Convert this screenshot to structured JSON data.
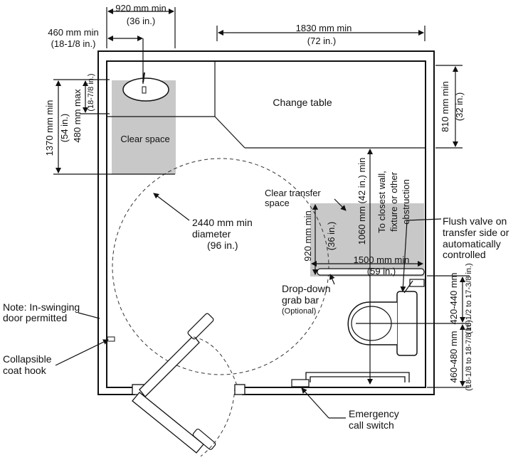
{
  "dimensions": {
    "sink_offset_metric": "920 mm min",
    "sink_offset_imperial": "(36 in.)",
    "sink_center_metric": "460 mm min",
    "sink_center_imperial": "(18-1/8 in.)",
    "room_width_metric": "1830 mm min",
    "room_width_imperial": "(72 in.)",
    "clear_depth_metric": "1370 mm min",
    "clear_depth_imperial": "(54 in.)",
    "sink_height_metric": "480 mm max",
    "sink_height_imperial": "(18-7/8 in.)",
    "change_table_metric": "810 mm min",
    "change_table_imperial": "(32 in.)",
    "transfer_depth_metric": "920 mm min",
    "transfer_depth_imperial": "(36 in.)",
    "wall_clear_metric": "1060 mm (42 in.) min",
    "transfer_width_metric": "1500 mm min",
    "transfer_width_imperial": "(59 in.)",
    "toilet_height_metric": "420-440 mm",
    "toilet_height_imperial": "(16-1/2 to 17-3/8 in.)",
    "toilet_center_metric": "460-480 mm",
    "toilet_center_imperial": "(18-1/8 to 18-7/8 in.)"
  },
  "labels": {
    "change_table": "Change table",
    "clear_space": "Clear space",
    "turning_diameter_1": "2440 mm min",
    "turning_diameter_2": "diameter",
    "turning_diameter_3": "(96 in.)",
    "clear_transfer_1": "Clear transfer",
    "clear_transfer_2": "space",
    "closest_wall_1": "To closest wall,",
    "closest_wall_2": "fixture or other",
    "closest_wall_3": "obstruction",
    "flush_valve_1": "Flush valve on",
    "flush_valve_2": "transfer side or",
    "flush_valve_3": "automatically",
    "flush_valve_4": "controlled",
    "grab_bar_1": "Drop-down",
    "grab_bar_2": "grab bar",
    "grab_bar_3": "(Optional)",
    "door_note_1": "Note: In-swinging",
    "door_note_2": "door permitted",
    "coat_hook_1": "Collapsible",
    "coat_hook_2": "coat hook",
    "call_switch_1": "Emergency",
    "call_switch_2": "call switch"
  }
}
